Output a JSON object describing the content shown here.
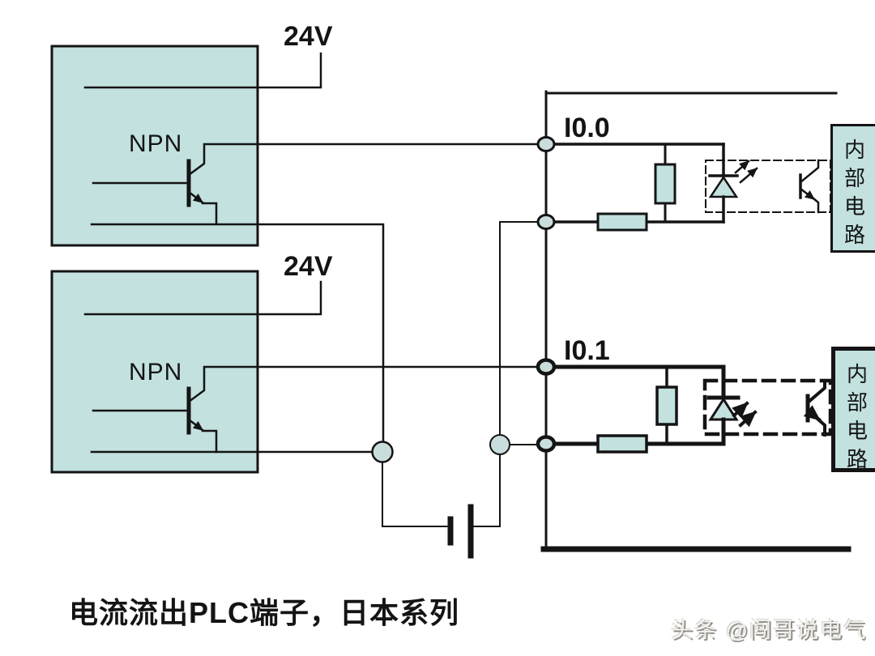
{
  "diagram": {
    "caption": "电流流出PLC端子，日本系列",
    "watermark": "头条 @闯哥说电气",
    "sensor1": {
      "label": "NPN",
      "supply": "24V"
    },
    "sensor2": {
      "label": "NPN",
      "supply": "24V"
    },
    "plc": {
      "input1": {
        "terminal": "I0.0",
        "internal": "内部电路"
      },
      "input2": {
        "terminal": "I0.1",
        "internal": "内部电路"
      }
    },
    "colors": {
      "component_fill": "#c2e1df",
      "terminal_fill": "#c9dedc",
      "line": "#141414",
      "background": "#ffffff",
      "watermark": "#f2f0ec",
      "watermark_shadow": "#8f8d86"
    }
  }
}
